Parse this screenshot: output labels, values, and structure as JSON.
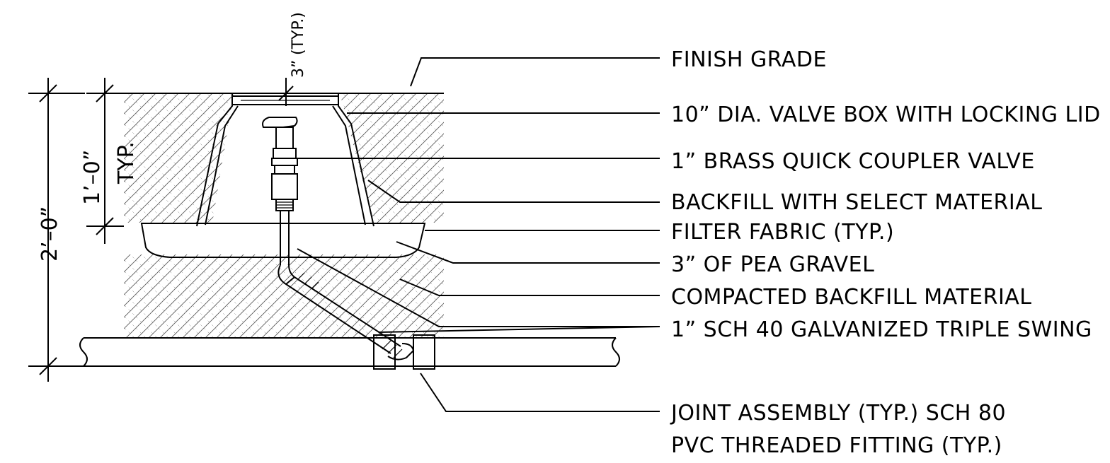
{
  "callouts": {
    "finish_grade": "FINISH GRADE",
    "valve_box": "10” DIA. VALVE BOX WITH LOCKING LID",
    "coupler_valve": "1” BRASS QUICK COUPLER VALVE",
    "backfill_select": "BACKFILL WITH SELECT MATERIAL",
    "filter_fabric": "FILTER FABRIC (TYP.)",
    "pea_gravel": "3” OF PEA GRAVEL",
    "compacted_backfill": "COMPACTED BACKFILL MATERIAL",
    "triple_swing": "1” SCH 40 GALVANIZED TRIPLE SWING",
    "joint_assembly_line1": "JOINT ASSEMBLY (TYP.) SCH 80",
    "joint_assembly_line2": "PVC THREADED FITTING (TYP.)"
  },
  "dimensions": {
    "overall_depth": "2’–0”",
    "box_depth": "1’–0”",
    "box_depth_note": "TYP.",
    "lid_clearance": "3”",
    "lid_clearance_note": "(TYP.)"
  }
}
